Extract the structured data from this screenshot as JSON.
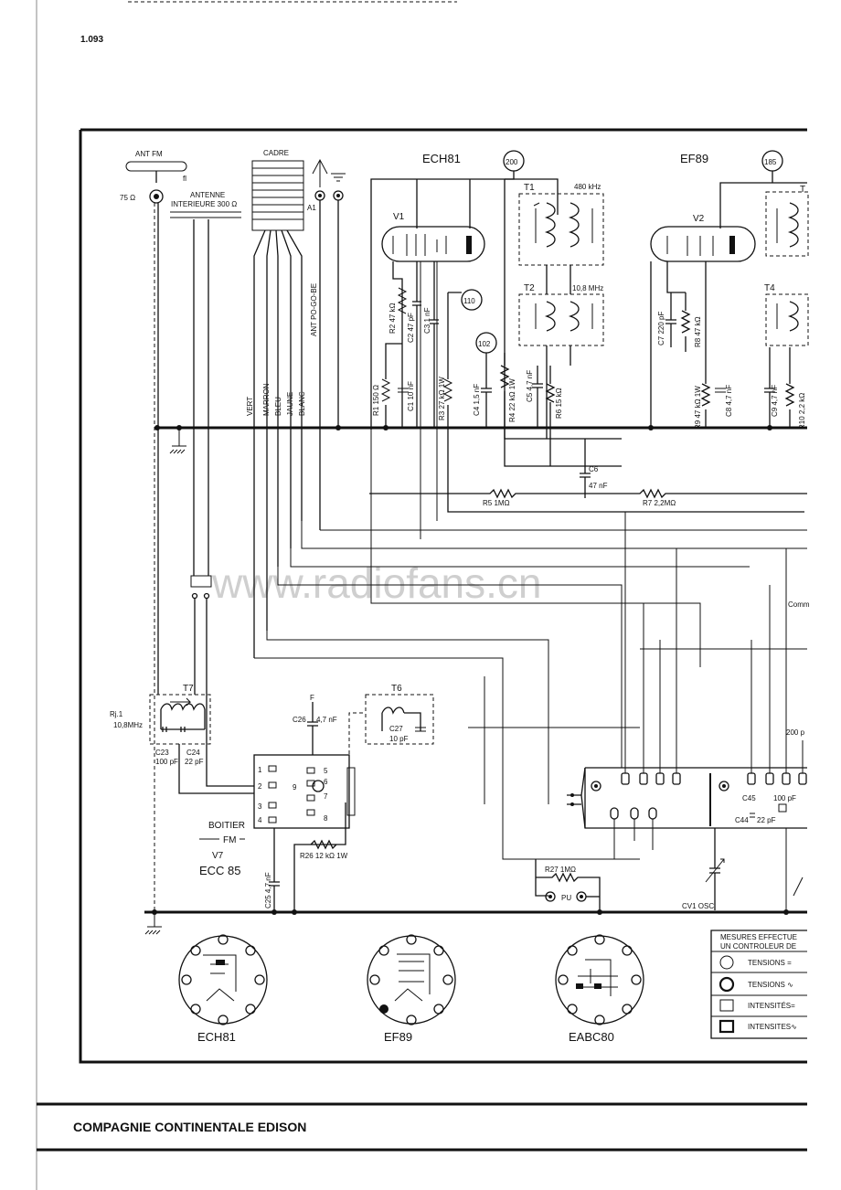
{
  "page_number": "1.093",
  "watermark": "www.radiofans.cn",
  "footer": {
    "company": "COMPAGNIE CONTINENTALE EDISON"
  },
  "antenna": {
    "fm": "ANT FM",
    "impedance_75": "75 Ω",
    "interior_line1": "ANTENNE",
    "interior_line2": "INTERIEURE 300 Ω",
    "cadre": "CADRE",
    "a1": "A1",
    "ant_po_go_be": "ANT PO-GO-BE"
  },
  "wire_colors": [
    "VERT",
    "MARRON",
    "BLEU",
    "JAUNE",
    "BLANC"
  ],
  "tubes": {
    "v1": {
      "type": "ECH81",
      "label": "V1"
    },
    "v2": {
      "type": "EF89",
      "label": "V2"
    }
  },
  "test_points": [
    "200",
    "110",
    "102",
    "185"
  ],
  "transformers": {
    "t1": {
      "label": "T1",
      "freq": "480 kHz"
    },
    "t2": {
      "label": "T2",
      "freq": "10,8 MHz"
    },
    "t3": {
      "label": "T"
    },
    "t4": {
      "label": "T4"
    },
    "t6": {
      "label": "T6"
    },
    "t7": {
      "label": "T7"
    },
    "rj1": {
      "label": "Rj.1",
      "freq": "10,8MHz"
    }
  },
  "components": {
    "r1": "R1 150 Ω",
    "r2": "R2 47 kΩ",
    "r3": "R3 27 kΩ 1W",
    "r4": "R4 22 kΩ 1W",
    "r5": "R5 1MΩ",
    "r6": "R6 15 kΩ",
    "r7": "R7 2,2MΩ",
    "r8": "R8 47 kΩ",
    "r9": "R9 47 kΩ 1W",
    "r10": "R10 2,2 kΩ",
    "r26": "R26 12 kΩ 1W",
    "r27": "R27 1MΩ",
    "c1": "C1 10 nF",
    "c2": "C2 47 pF",
    "c3": "C3 1 nF",
    "c4": "C4 1,5 nF",
    "c5": "C5 4,7 nF",
    "c6": "C6",
    "c6_value": "47 nF",
    "c7": "C7 220 pF",
    "c8": "C8 4,7 nF",
    "c9": "C9 4,7 nF",
    "c23": "C23",
    "c23_value": "100 pF",
    "c24": "C24",
    "c24_value": "22 pF",
    "c25": "C25 4,7 nF",
    "c26": "C26",
    "c26_value": "4,7 nF",
    "c27": "C27",
    "c27_value": "10 pF",
    "c44": "C44",
    "c44_value": "22 pF",
    "c45": "C45",
    "c45_value": "100 pF",
    "c_200p": "200 p",
    "cv1": "CV1 OSC",
    "pu": "PU",
    "f_label": "F",
    "comm": "Comm"
  },
  "boitier": {
    "line1": "BOITIER",
    "line2": "FM",
    "line3": "V7",
    "line4": "ECC 85",
    "pins": [
      "1",
      "2",
      "3",
      "4",
      "5",
      "6",
      "7",
      "8",
      "9"
    ]
  },
  "socket_labels": [
    "ECH81",
    "EF89",
    "EABC80"
  ],
  "legend": {
    "header1": "MESURES EFFECTUE",
    "header2": "UN CONTROLEUR DE",
    "rows": [
      {
        "text": "TENSIONS =",
        "shape": "circle-thin"
      },
      {
        "text": "TENSIONS ∿",
        "shape": "circle-thick"
      },
      {
        "text": "INTENSITÉS=",
        "shape": "square-thin"
      },
      {
        "text": "INTENSITES∿",
        "shape": "square-thick"
      }
    ]
  }
}
